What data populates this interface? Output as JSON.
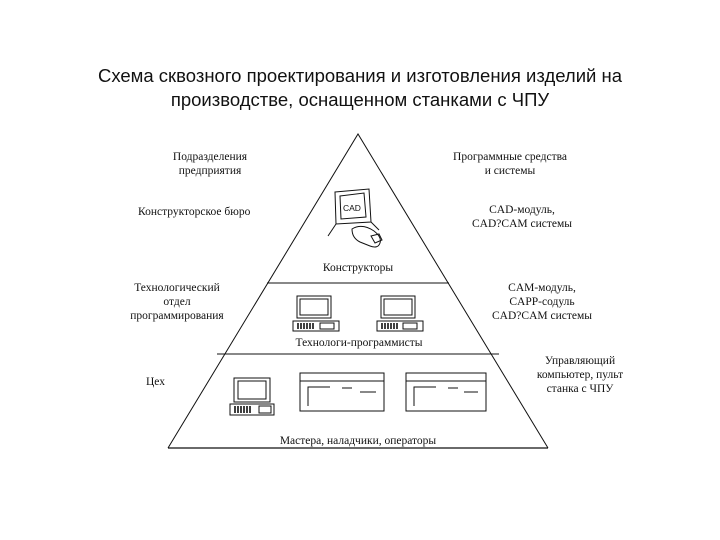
{
  "title": {
    "line1": "Схема сквозного проектирования и изготовления изделий на",
    "line2": "производстве, оснащенном станками с ЧПУ"
  },
  "headers": {
    "left_line1": "Подразделения",
    "left_line2": "предприятия",
    "right_line1": "Программные средства",
    "right_line2": "и системы"
  },
  "levels": {
    "design_bureau": {
      "left": "Конструкторское бюро",
      "right_line1": "CAD-модуль,",
      "right_line2": "CAD?CAM системы",
      "monitor_text": "CAD",
      "staff": "Конструкторы"
    },
    "tech_dept": {
      "left_line1": "Технологический",
      "left_line2": "отдел",
      "left_line3": "программирования",
      "right_line1": "CAM-модуль,",
      "right_line2": "CAPP-содуль",
      "right_line3": "CAD?CAM системы",
      "staff": "Технологи-программисты"
    },
    "workshop": {
      "left": "Цех",
      "right_line1": "Управляющий",
      "right_line2": "компьютер, пульт",
      "right_line3": "станка с ЧПУ",
      "staff": "Мастера, наладчики, операторы"
    }
  }
}
